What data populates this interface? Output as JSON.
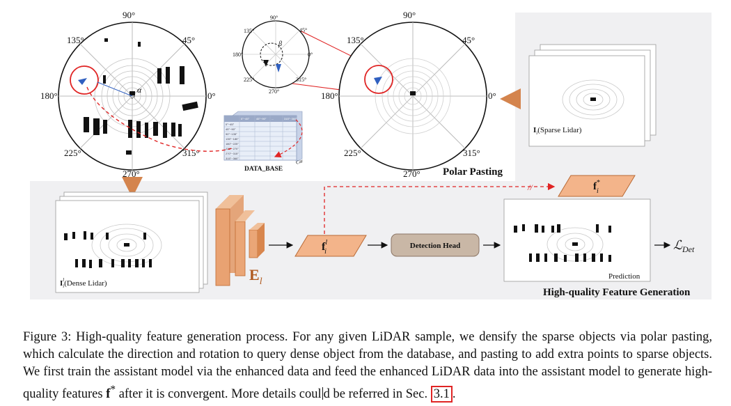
{
  "figure": {
    "angles": {
      "a90": "90°",
      "a135": "135°",
      "a45": "45°",
      "a180": "180°",
      "a0": "0°",
      "a225": "225°",
      "a315": "315°",
      "a270": "270°"
    },
    "alpha": "α",
    "beta": "β",
    "database_label": "DATA_BASE",
    "db_header": [
      "0°~45°",
      "45°~90°",
      "...",
      "315°~360°"
    ],
    "db_rows": [
      "0°~45°",
      "45°~90°",
      "90°~135°",
      "135°~180°",
      "180°~225°",
      "225°~270°",
      "270°~315°",
      "315°~360°"
    ],
    "db_side_label": "Car",
    "polar_pasting_title": "Polar Pasting",
    "sparse_label": "(Sparse Lidar)",
    "sparse_symbol": "I",
    "sparse_sub": "i",
    "dense_label": "(Dense Lidar)",
    "dense_symbol": "I",
    "dense_sub": "i",
    "dense_prime": "l",
    "encoder_symbol": "E",
    "encoder_sub": "l",
    "feature_symbol": "f",
    "feature_sub": "i",
    "feature_sup": "l",
    "target_symbol": "f",
    "target_sub": "i",
    "target_sup": "*",
    "detection_head_label": "Detection Head",
    "prediction_label": "Prediction",
    "loss_symbol": "ℒ",
    "loss_sub": "Det",
    "stop_grad_mark": "//",
    "section_title": "High-quality Feature Generation"
  },
  "caption": {
    "prefix": "Figure 3: High-quality feature generation process. For any given LiDAR sample, we densify the sparse objects via polar pasting, which calculate the direction and rotation to query dense object from the database, and pasting to add extra points to sparse objects. We first train the assistant model via the enhanced data and feed the enhanced LiDAR data into the assistant model to generate high-quality features ",
    "f_symbol": "f",
    "f_sup": "*",
    "middle": " after it is convergent. More details coul",
    "after_cursor": "d be referred in Sec. ",
    "ref": "3.1",
    "end": "."
  },
  "colors": {
    "accent": "#e07b39",
    "red": "#e02424",
    "panel": "#f0f0f2",
    "head": "#c9b7a6"
  }
}
